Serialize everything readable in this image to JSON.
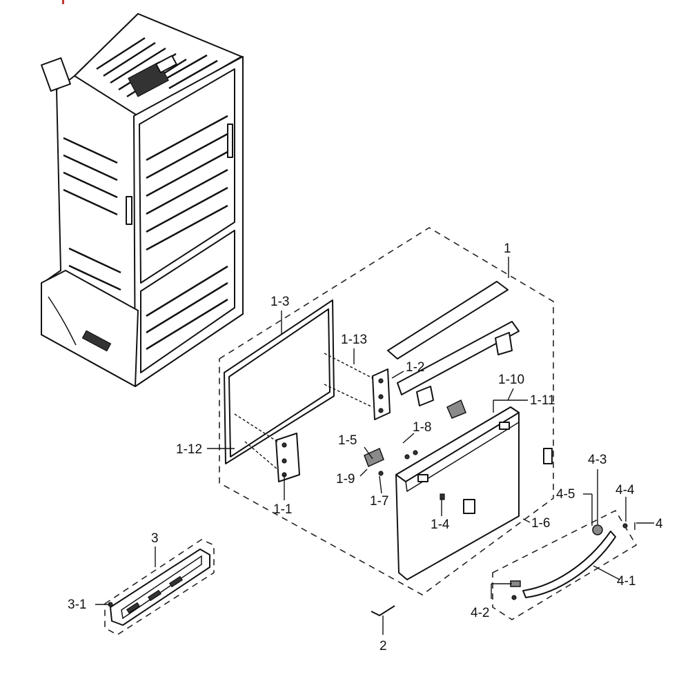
{
  "callouts": {
    "c1": "1",
    "c1_1": "1-1",
    "c1_2": "1-2",
    "c1_3": "1-3",
    "c1_4": "1-4",
    "c1_5": "1-5",
    "c1_6": "1-6",
    "c1_7": "1-7",
    "c1_8": "1-8",
    "c1_9": "1-9",
    "c1_10": "1-10",
    "c1_11": "1-11",
    "c1_12": "1-12",
    "c1_13": "1-13",
    "c2": "2",
    "c3": "3",
    "c3_1": "3-1",
    "c4": "4",
    "c4_1": "4-1",
    "c4_2": "4-2",
    "c4_3": "4-3",
    "c4_4": "4-4",
    "c4_5": "4-5"
  },
  "colors": {
    "line": "#111111",
    "background": "#ffffff",
    "accent_mark": "#c0392b"
  }
}
